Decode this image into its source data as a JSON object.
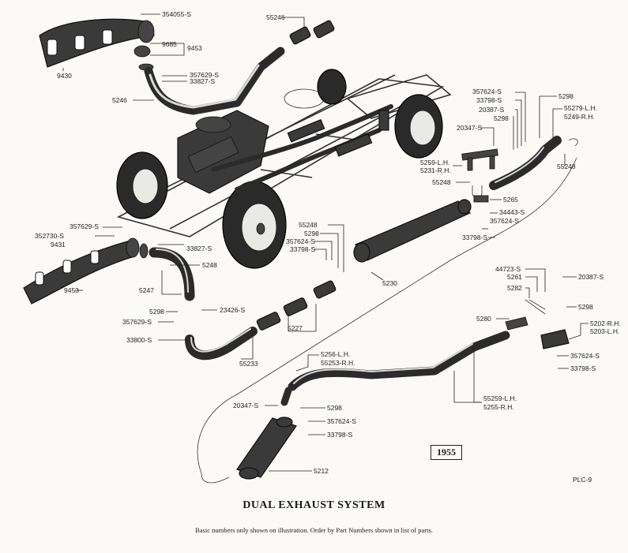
{
  "title": "DUAL EXHAUST SYSTEM",
  "subtitle": "Basic numbers only shown on illustration. Order by Part Numbers shown in list of parts.",
  "year": "1955",
  "plate_id": "PLC-9",
  "callouts": [
    "354055-S",
    "55246",
    "9685",
    "9453",
    "9430",
    "357629-S",
    "33827-S",
    "5246",
    "357624-S",
    "33798-S",
    "20387-S",
    "5298",
    "20347-S",
    "5298",
    "55279-L.H.",
    "5249-R.H.",
    "5259-L.H.",
    "5231-R.H.",
    "55248",
    "55248",
    "5265",
    "34443-S",
    "357624-S",
    "33798-S",
    "357629-S",
    "352730-S",
    "9431",
    "33827-S",
    "5248",
    "5247",
    "9453",
    "55248",
    "5298",
    "357624-S",
    "33798-S",
    "5230",
    "5298",
    "23426-S",
    "357629-S",
    "33800-S",
    "55233",
    "5227",
    "44723-S",
    "5261",
    "5282",
    "20387-S",
    "5298",
    "5280",
    "5202-R.H.",
    "5203-L.H.",
    "357624-S",
    "33798-S",
    "5256-L.H.",
    "55253-R.H.",
    "20347-S",
    "5298",
    "357624-S",
    "33798-S",
    "55259-L.H.",
    "5255-R.H.",
    "5212"
  ]
}
